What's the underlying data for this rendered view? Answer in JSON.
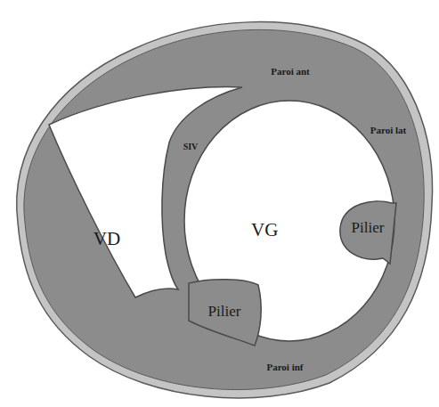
{
  "diagram": {
    "nodes": [
      {
        "text": [
          "VD"
        ]
      },
      {
        "text": [
          "VG"
        ]
      },
      {
        "text": [
          "Pilier"
        ],
        "in": 1
      },
      {
        "text": [
          "Pilier"
        ],
        "in": 1
      }
    ],
    "labels": [
      "SIV",
      "Paroi ant",
      "Paroi lat",
      "Paroi inf"
    ]
  }
}
